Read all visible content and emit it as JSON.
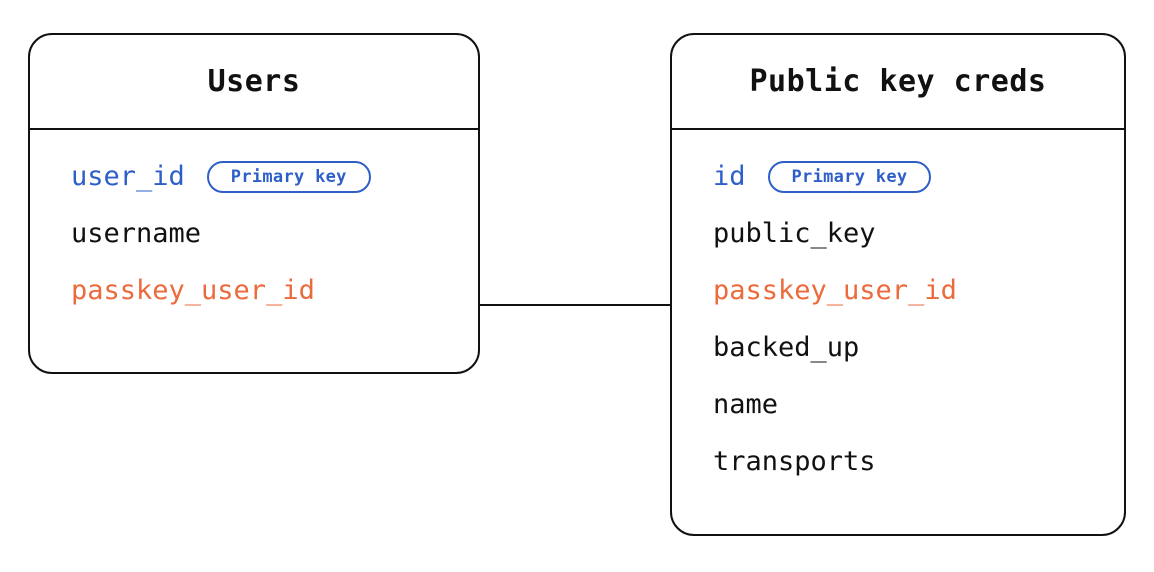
{
  "diagram": {
    "type": "entity-relationship",
    "background_color": "#ffffff",
    "stroke_color": "#111111",
    "key_color": "#2e5fc9",
    "foreign_key_color": "#ec6a3c",
    "entities": [
      {
        "id": "users",
        "title": "Users",
        "fields": [
          {
            "name": "user_id",
            "role": "primary-key",
            "badge": "Primary key",
            "color": "#2e5fc9"
          },
          {
            "name": "username",
            "role": "plain",
            "badge": null,
            "color": "#111111"
          },
          {
            "name": "passkey_user_id",
            "role": "foreign-key",
            "badge": null,
            "color": "#ec6a3c"
          }
        ]
      },
      {
        "id": "public-key-creds",
        "title": "Public key creds",
        "fields": [
          {
            "name": "id",
            "role": "primary-key",
            "badge": "Primary key",
            "color": "#2e5fc9"
          },
          {
            "name": "public_key",
            "role": "plain",
            "badge": null,
            "color": "#111111"
          },
          {
            "name": "passkey_user_id",
            "role": "foreign-key",
            "badge": null,
            "color": "#ec6a3c"
          },
          {
            "name": "backed_up",
            "role": "plain",
            "badge": null,
            "color": "#111111"
          },
          {
            "name": "name",
            "role": "plain",
            "badge": null,
            "color": "#111111"
          },
          {
            "name": "transports",
            "role": "plain",
            "badge": null,
            "color": "#111111"
          }
        ]
      }
    ],
    "relationships": [
      {
        "from_entity": "users",
        "from_field": "passkey_user_id",
        "to_entity": "public-key-creds",
        "to_field": "passkey_user_id",
        "style": "solid-line"
      }
    ]
  }
}
